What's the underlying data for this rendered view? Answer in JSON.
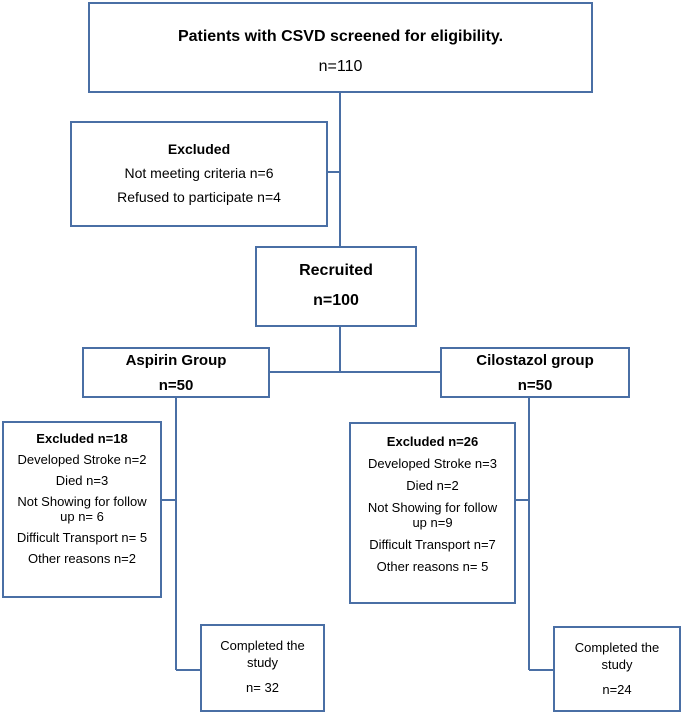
{
  "screening": {
    "title": "Patients with CSVD screened for eligibility.",
    "count": "n=110"
  },
  "excluded_initial": {
    "title": "Excluded",
    "lines": [
      "Not meeting criteria n=6",
      "Refused to participate n=4"
    ]
  },
  "recruited": {
    "title": "Recruited",
    "count": "n=100"
  },
  "aspirin": {
    "title": "Aspirin Group",
    "count": "n=50"
  },
  "cilostazol": {
    "title": "Cilostazol group",
    "count": "n=50"
  },
  "aspirin_excluded": {
    "title": "Excluded n=18",
    "lines": [
      "Developed Stroke n=2",
      "Died n=3",
      "Not Showing for follow",
      "up n= 6",
      "Difficult Transport n= 5",
      "Other reasons n=2"
    ]
  },
  "cilostazol_excluded": {
    "title": "Excluded n=26",
    "lines": [
      "Developed Stroke n=3",
      "Died n=2",
      "Not Showing for follow",
      "up n=9",
      "Difficult Transport n=7",
      "Other reasons n= 5"
    ]
  },
  "aspirin_completed": {
    "line1": "Completed the",
    "line2": "study",
    "count": "n= 32"
  },
  "cilostazol_completed": {
    "line1": "Completed the",
    "line2": "study",
    "count": "n=24"
  }
}
